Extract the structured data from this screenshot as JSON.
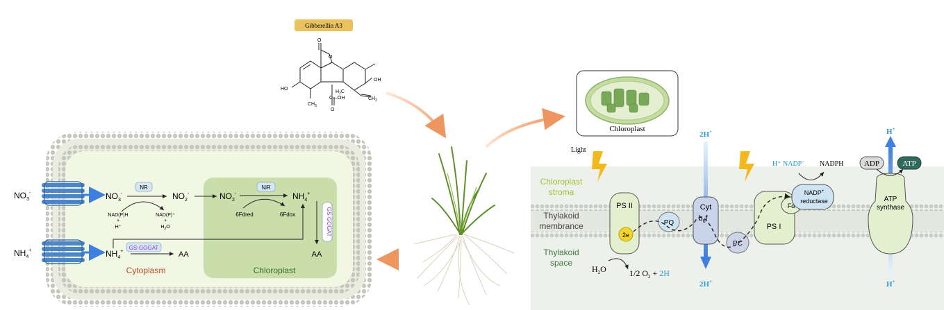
{
  "compound": {
    "label": "Gibberellin A3"
  },
  "structure": {
    "ho_left": "HO",
    "oh_right": "OH",
    "ch3": "CH",
    "ch3_sub": "3",
    "h2c": "H",
    "h2c_sub": "2",
    "h2c_c": "C",
    "cooh": "C—OH",
    "ch2": "CH",
    "ch2_sub": "2",
    "o_top": "O",
    "o_ring": "O",
    "o_bottom": "O"
  },
  "chloroplast_inset": {
    "label": "Chloroplast"
  },
  "cell": {
    "no3_outside": "NO",
    "no3_outside_sub": "3",
    "no3_outside_sup": "-",
    "nh4_outside": "NH",
    "nh4_outside_sub": "4",
    "nh4_outside_sup": "+",
    "no3_in": "NO",
    "no3_in_sub": "3",
    "no3_in_sup": "-",
    "nr": "NR",
    "nadph": "NAD(P)H",
    "plus1": "+",
    "hplus": "H⁺",
    "nadp": "NAD(P)⁺",
    "plus2": "+",
    "h2o": "H",
    "h2o_sub": "2",
    "h2o_o": "O",
    "no2_cyt": "NO",
    "no2_cyt_sub": "2",
    "no2_cyt_sup": "-",
    "no2_chl": "NO",
    "no2_chl_sub": "2",
    "no2_chl_sup": "-",
    "nir": "NiR",
    "fdred": "6Fdred",
    "fdox": "6Fdox",
    "nh4_chl": "NH",
    "nh4_chl_sub": "4",
    "nh4_chl_sup": "+",
    "gsgogat_vertical": "GS-GOGAT",
    "aa_chl": "AA",
    "nh4_cyt": "NH",
    "nh4_cyt_sub": "4",
    "nh4_cyt_sup": "+",
    "gsgogat": "GS-GOGAT",
    "aa_cyt": "AA",
    "cytoplasm": "Cytoplasm",
    "chloroplast": "Chloroplast"
  },
  "thylakoid": {
    "light": "Light",
    "stroma1": "Chloroplast",
    "stroma2": "stroma",
    "membrane1": "Thylakoid",
    "membrane2": "membrance",
    "space1": "Thylakoid",
    "space2": "space",
    "psii": "PS II",
    "e2": "2e",
    "pq": "PQ",
    "cyt": "Cyt",
    "b6f": "b",
    "b6f_sub": "6",
    "b6f_f": "f",
    "pc": "PC",
    "psi": "PS I",
    "fd": "Fd",
    "nadp_red1": "NADP",
    "nadp_red1_sup": "+",
    "nadp_red2": "reductase",
    "h_nadp": "H⁺ NADP",
    "h_nadp_sup": "−",
    "nadph": "NADPH",
    "adp": "ADP",
    "atp": "ATP",
    "atps1": "ATP",
    "atps2": "synthase",
    "h2o": "H",
    "h2o_sub": "2",
    "h2o_o": "O",
    "o2_part": "1/2 O",
    "o2_sub": "2",
    "o2_plus": " + ",
    "o2_2h": "2H",
    "top_2h": "2H",
    "top_2h_sup": "+",
    "bottom_2h": "2H",
    "bottom_2h_sup": "+",
    "top_h": "H",
    "top_h_sup": "+",
    "bottom_h": "H",
    "bottom_h_sup": "+"
  },
  "colors": {
    "membrane": "#b8bcb0",
    "cell_fill": "#f2f7e4",
    "chloroplast_fill": "#c9deaa",
    "thylakoid_bg": "#eef0ec",
    "stroma_text": "#9dc236",
    "space_text": "#3d7a3a",
    "complex_green": "#e3f0cf",
    "cyt_blue": "#c9d3ea",
    "pq_blue": "#cfe4f2",
    "electron_yellow": "#f4d52a",
    "atp_dark": "#2f6a5d",
    "proton_blue": "#2a9ad6",
    "arrow_orange": "#f0a070",
    "enzyme_box": "#d6e6f3",
    "gs_purple": "#8a3ecf",
    "cytoplasm_label": "#b34a2a",
    "chloroplast_label": "#2f6d2a",
    "compound_box": "#e9c25e"
  }
}
